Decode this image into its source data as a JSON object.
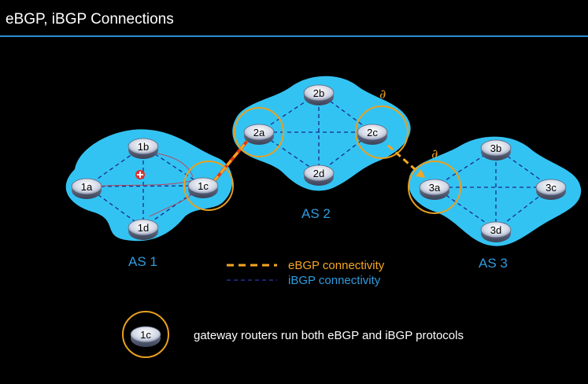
{
  "title": "eBGP, iBGP Connections",
  "autonomous_systems": [
    {
      "label": "AS 1",
      "routers": [
        "1a",
        "1b",
        "1c",
        "1d"
      ]
    },
    {
      "label": "AS 2",
      "routers": [
        "2a",
        "2b",
        "2c",
        "2d"
      ]
    },
    {
      "label": "AS 3",
      "routers": [
        "3a",
        "3b",
        "3c",
        "3d"
      ]
    }
  ],
  "gateway_marks": [
    "∂",
    "∂"
  ],
  "legend": {
    "ebgp": "eBGP connectivity",
    "ibgp": "iBGP connectivity"
  },
  "gateway_note": {
    "router": "1c",
    "text": "gateway routers run both eBGP and iBGP protocols"
  },
  "colors": {
    "cloud": "#33c3f3",
    "ebgp": "#f5a623",
    "ibgp": "#1a2a8c",
    "gateway_ring": "#e8a020",
    "title_rule": "#2a8fd6",
    "as_label": "#2f9be0"
  }
}
